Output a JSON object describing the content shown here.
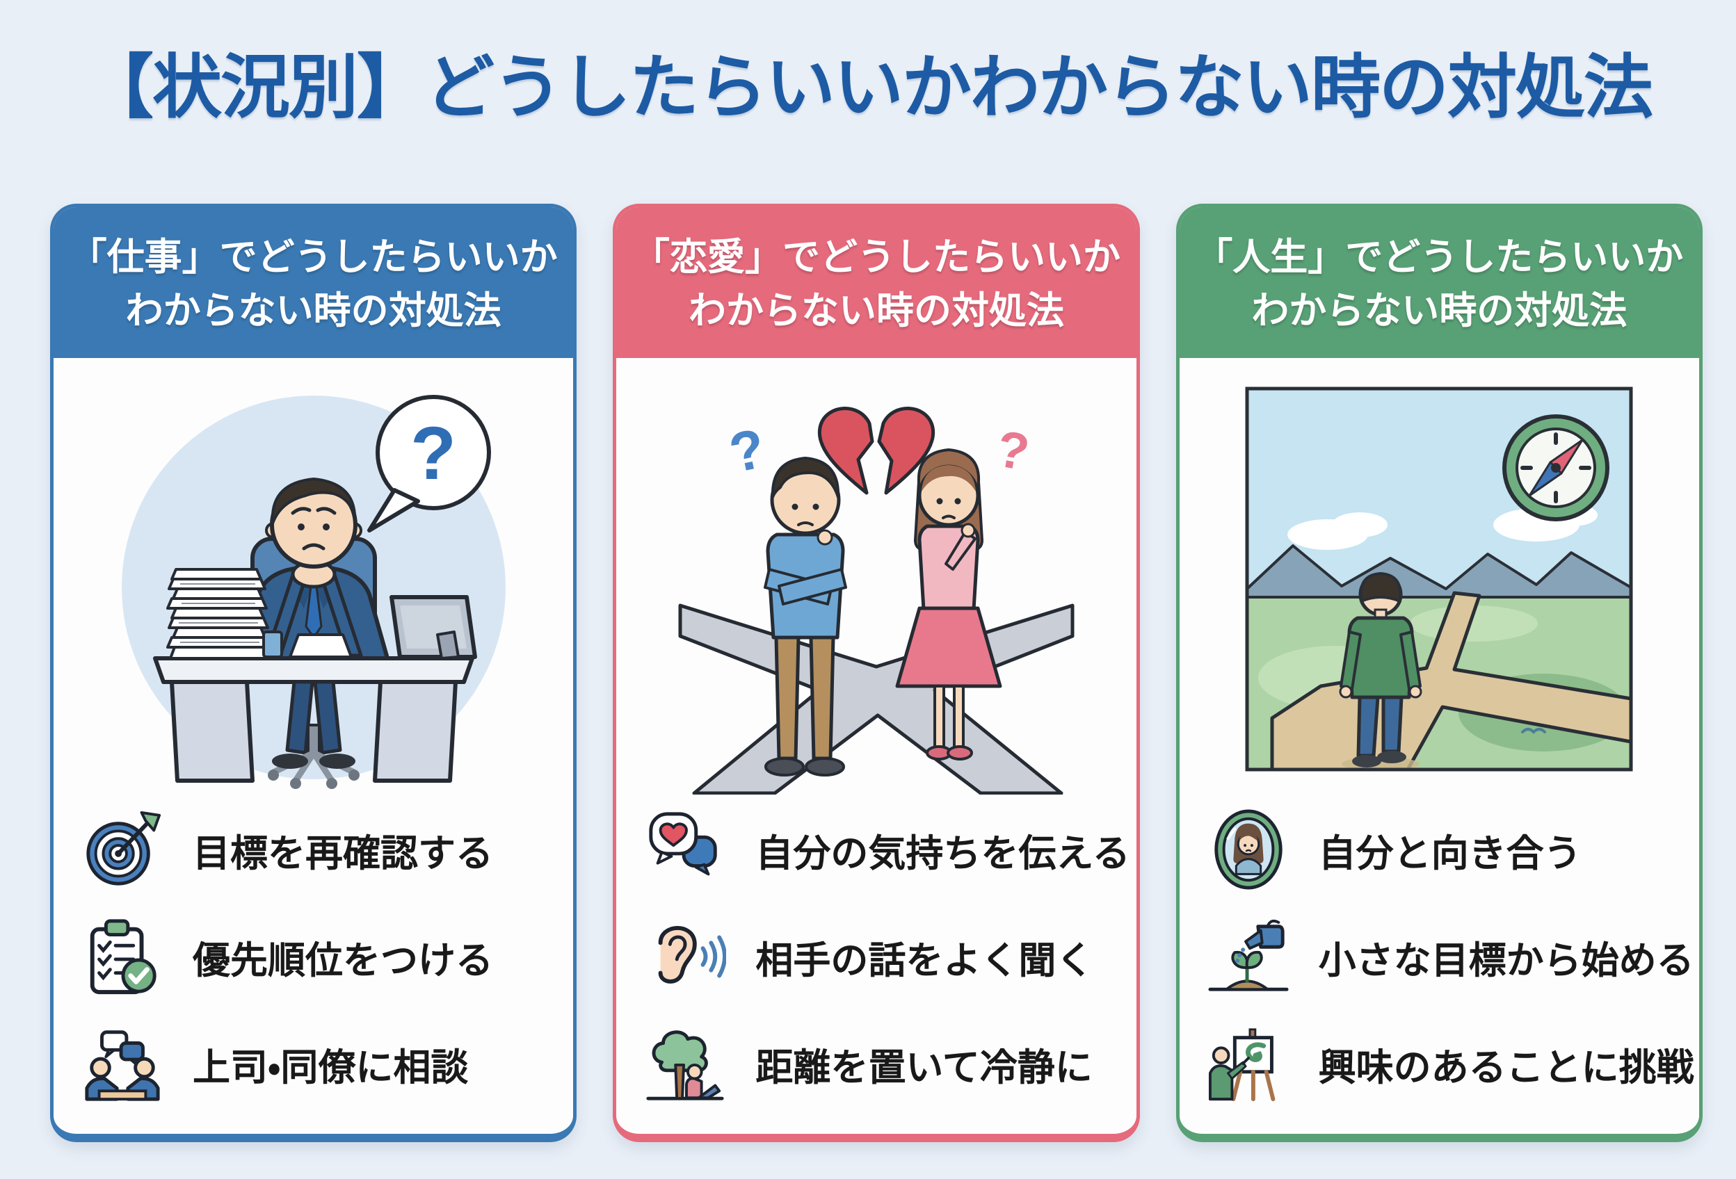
{
  "page": {
    "title": "【状況別】どうしたらいいかわからない時の対処法",
    "background_color": "#e9eff7",
    "title_color": "#1d5ba4",
    "question_mark": "?"
  },
  "cards": [
    {
      "topic": "仕事",
      "accent_color": "#3a79b3",
      "header_line1": "「仕事」でどうしたらいいか",
      "header_line2": "わからない時の対処法",
      "illustration": "worried office worker at desk with paper stack, laptop and question-mark bubble",
      "tips": [
        {
          "icon": "target-icon",
          "label": "目標を再確認する"
        },
        {
          "icon": "checklist-icon",
          "label": "優先順位をつける"
        },
        {
          "icon": "consult-icon",
          "label": "上司・同僚に相談"
        }
      ]
    },
    {
      "topic": "恋愛",
      "accent_color": "#e56a7c",
      "header_line1": "「恋愛」でどうしたらいいか",
      "header_line2": "わからない時の対処法",
      "illustration": "couple standing at a crossroads with a broken heart and question marks",
      "tips": [
        {
          "icon": "heart-speech-icon",
          "label": "自分の気持ちを伝える"
        },
        {
          "icon": "ear-listening-icon",
          "label": "相手の話をよく聞く"
        },
        {
          "icon": "tree-rest-icon",
          "label": "距離を置いて冷静に"
        }
      ]
    },
    {
      "topic": "人生",
      "accent_color": "#58a075",
      "header_line1": "「人生」でどうしたらいいか",
      "header_line2": "わからない時の対処法",
      "illustration": "man seen from behind at a forked path in a landscape with a compass in the sky",
      "tips": [
        {
          "icon": "mirror-icon",
          "label": "自分と向き合う"
        },
        {
          "icon": "sprout-watering-icon",
          "label": "小さな目標から始める"
        },
        {
          "icon": "easel-painting-icon",
          "label": "興味のあることに挑戦"
        }
      ]
    }
  ]
}
